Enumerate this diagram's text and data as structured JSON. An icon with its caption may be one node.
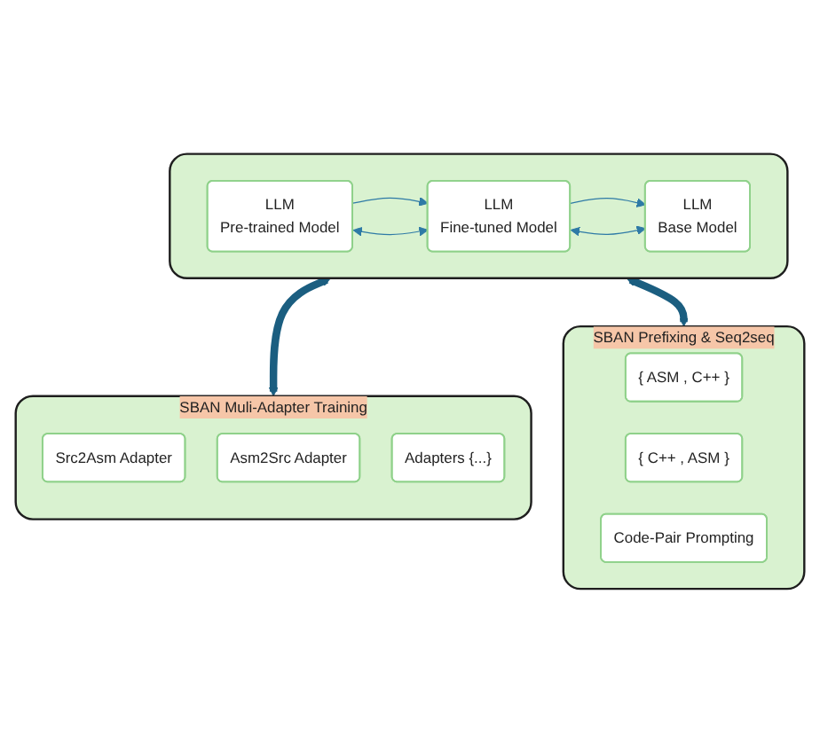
{
  "diagram": {
    "nodes": [
      {
        "text": [],
        "shape": "box"
      },
      {
        "text": [
          "LLM",
          "Pre-trained Model"
        ],
        "in": 0
      },
      {
        "text": [
          "LLM",
          "Fine-tuned Model"
        ],
        "in": 0
      },
      {
        "text": [
          "LLM",
          "Base Model"
        ],
        "in": 0
      },
      {
        "text": [
          "SBAN Muli-Adapter Training"
        ]
      },
      {
        "text": [
          "Src2Asm Adapter"
        ],
        "in": 4
      },
      {
        "text": [
          "Asm2Src Adapter"
        ],
        "in": 4
      },
      {
        "text": [
          "Adapters {...}"
        ],
        "in": 4
      },
      {
        "text": [
          "SBAN Prefixing & Seq2seq"
        ]
      },
      {
        "text": [
          "{ ASM , C++ }"
        ],
        "in": 8
      },
      {
        "text": [
          "{ C++ , ASM }"
        ],
        "in": 8
      },
      {
        "text": [
          "Code-Pair Prompting"
        ],
        "in": 8
      }
    ],
    "edges": [
      {
        "from": 1,
        "to": 2,
        "arrow": "to"
      },
      {
        "from": 1,
        "to": 2,
        "arrow": "both"
      },
      {
        "from": 2,
        "to": 3,
        "arrow": "to"
      },
      {
        "from": 2,
        "to": 3,
        "arrow": "both"
      },
      {
        "from": 0,
        "to": 4,
        "arrow": "both",
        "style": "thick",
        "color": "#1b5e80"
      },
      {
        "from": 0,
        "to": 8,
        "arrow": "both",
        "style": "thick",
        "color": "#1b5e80"
      }
    ]
  }
}
